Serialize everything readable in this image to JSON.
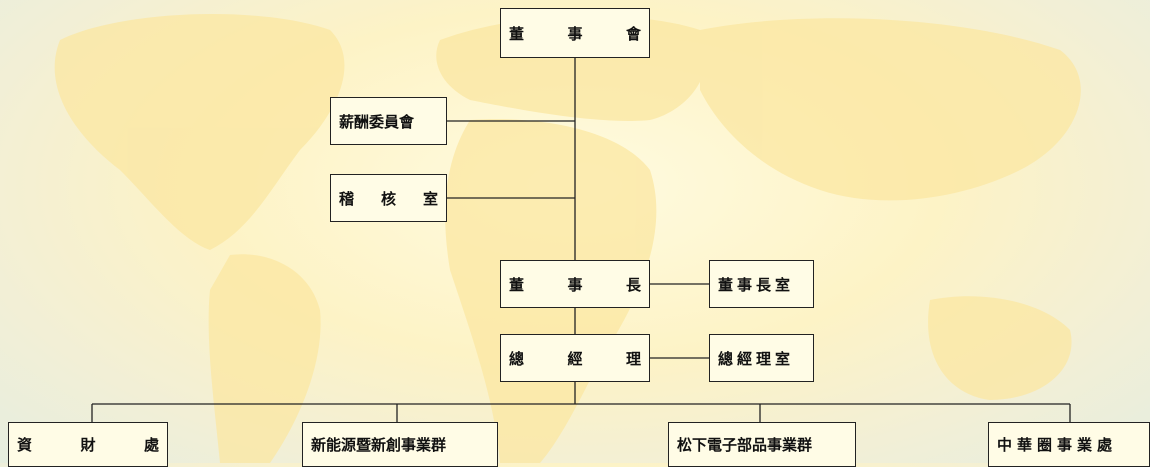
{
  "org": {
    "board": [
      "董",
      "事",
      "會"
    ],
    "compensation_committee": "薪酬委員會",
    "audit_office": [
      "稽",
      "核",
      "室"
    ],
    "chairman": [
      "董",
      "事",
      "長"
    ],
    "chairman_office": "董事長室",
    "president": [
      "總",
      "經",
      "理"
    ],
    "president_office": "總經理室",
    "finance": [
      "資",
      "財",
      "處"
    ],
    "new_energy_group": "新能源暨新創事業群",
    "panasonic_group": "松下電子部品事業群",
    "greater_china": "中華圈事業處"
  },
  "colors": {
    "background": "#fdf3c6",
    "box_fill": "#fffce6",
    "line": "#222222",
    "continent": "#fbe9a6"
  }
}
